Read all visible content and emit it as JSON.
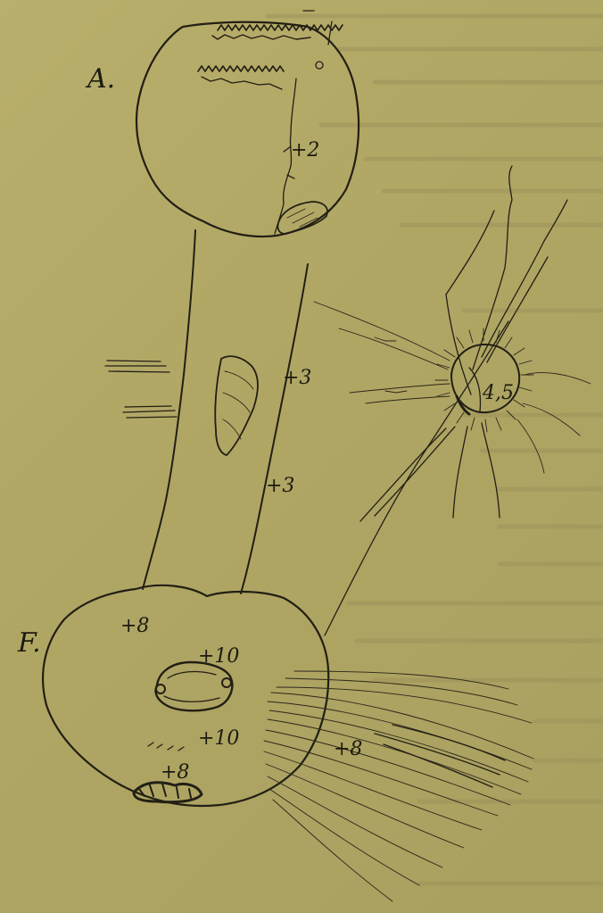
{
  "figure": {
    "labels": {
      "region_a": "A.",
      "region_f": "F.",
      "head_reading": "+2",
      "shaft_reading_upper": "+3",
      "shaft_reading_lower": "+3",
      "nodule_reading": "4,5",
      "base_center_reading": "+10",
      "base_lower_reading": "+10",
      "base_bottom_reading": "+8",
      "base_left_reading": "+8",
      "tail_reading": "+8"
    }
  }
}
